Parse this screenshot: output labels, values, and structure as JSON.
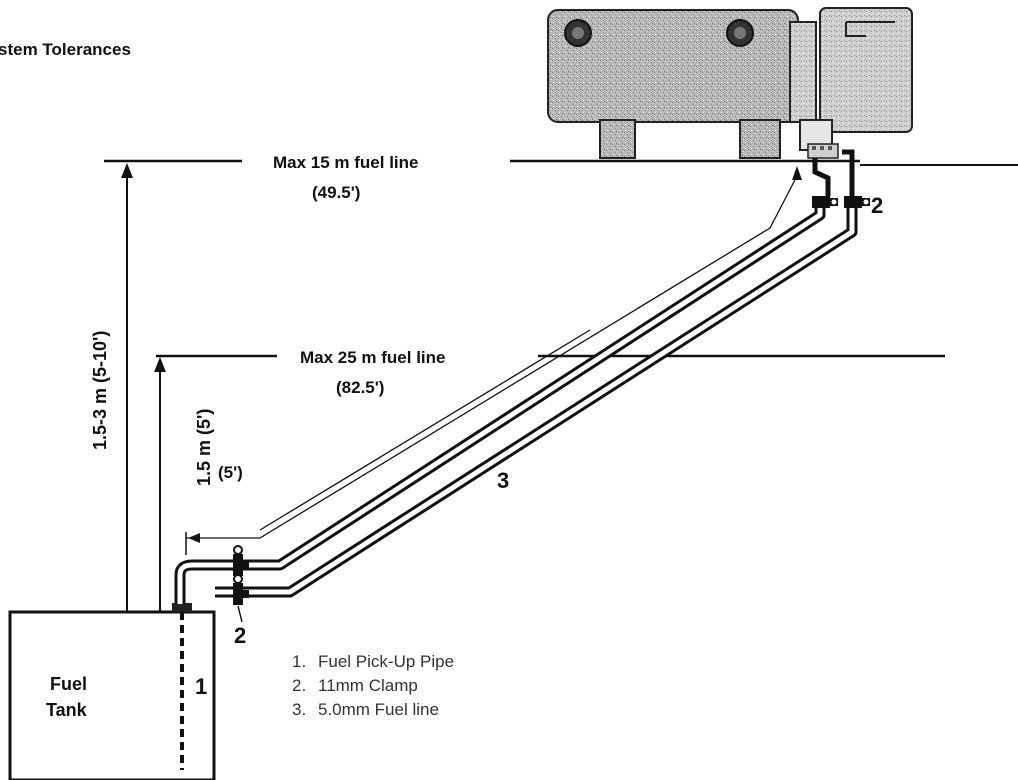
{
  "title": "stem Tolerances",
  "labels": {
    "max15_line1": "Max 15 m  fuel line",
    "max15_line2": "(49.5')",
    "max25_line1": "Max 25 m  fuel line",
    "max25_line2": "(82.5')",
    "height_total": "1.5-3 m  (5-10')",
    "height_min": "1.5 m (5')",
    "height_min_imperial": "(5')",
    "tank_line1": "Fuel",
    "tank_line2": "Tank",
    "callout_1": "1",
    "callout_2_tank": "2",
    "callout_2_gen": "2",
    "callout_3": "3"
  },
  "legend": [
    {
      "num": "1.",
      "text": "Fuel Pick-Up Pipe"
    },
    {
      "num": "2.",
      "text": "11mm Clamp"
    },
    {
      "num": "3.",
      "text": "5.0mm Fuel line"
    }
  ]
}
